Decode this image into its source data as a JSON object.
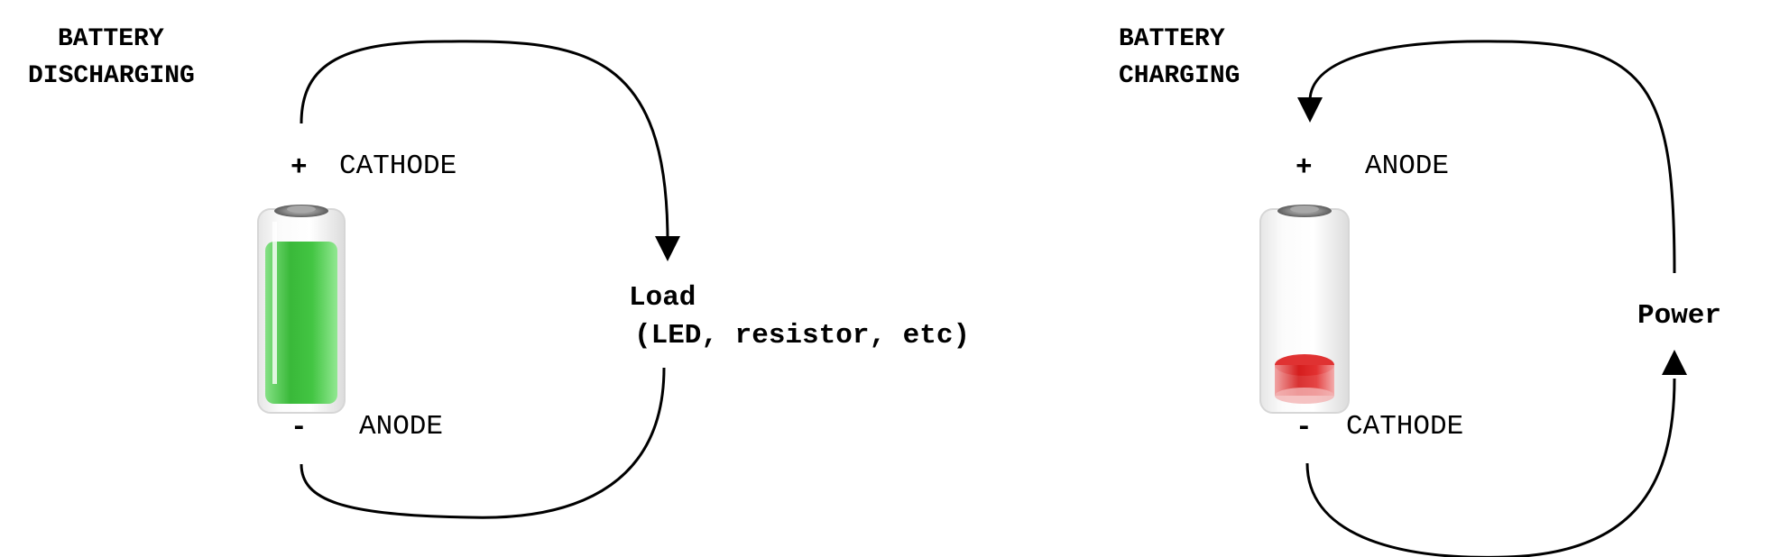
{
  "discharging": {
    "title_line1": "BATTERY",
    "title_line2": "DISCHARGING",
    "positive_sign": "+",
    "negative_sign": "-",
    "positive_label": "CATHODE",
    "negative_label": "ANODE",
    "load_line1": "Load",
    "load_line2": "(LED, resistor, etc)",
    "battery_fill": 0.9,
    "fill_color": "#3cc43c"
  },
  "charging": {
    "title_line1": "BATTERY",
    "title_line2": "CHARGING",
    "positive_sign": "+",
    "negative_sign": "-",
    "positive_label": "ANODE",
    "negative_label": "CATHODE",
    "source_label": "Power",
    "battery_fill": 0.15,
    "fill_color": "#d81818"
  }
}
